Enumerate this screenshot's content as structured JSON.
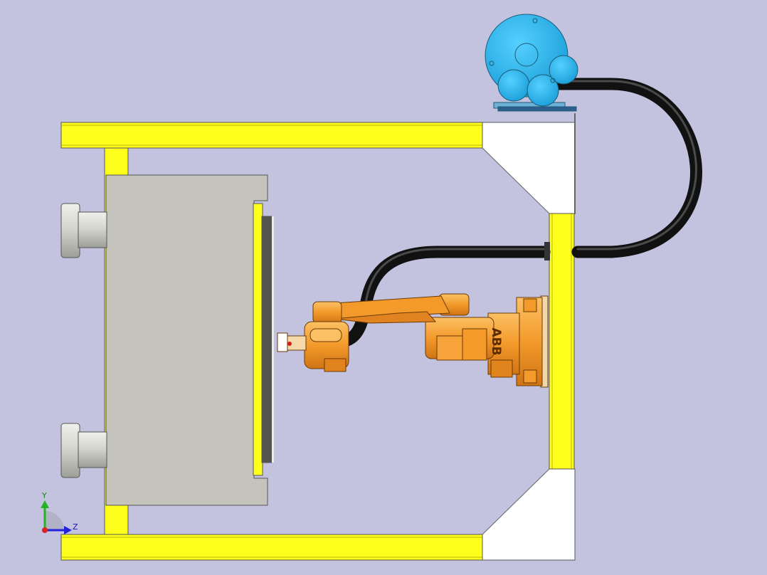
{
  "scene": {
    "branding": {
      "robot_logo": "ABB"
    },
    "triad": {
      "y_label": "Y",
      "z_label": "Z"
    },
    "colors": {
      "background": "#c3c3df",
      "frame_yellow": "#ffff1e",
      "robot_orange": "#f39a2b",
      "blower_blue": "#26b2e8",
      "hose_black": "#141414",
      "machine_gray": "#c4c4bc",
      "gusset_white": "#ffffff"
    },
    "icons": {
      "blower": "centrifugal-blower-icon",
      "robot": "industrial-robot-icon",
      "triad": "coordinate-triad-icon"
    }
  }
}
